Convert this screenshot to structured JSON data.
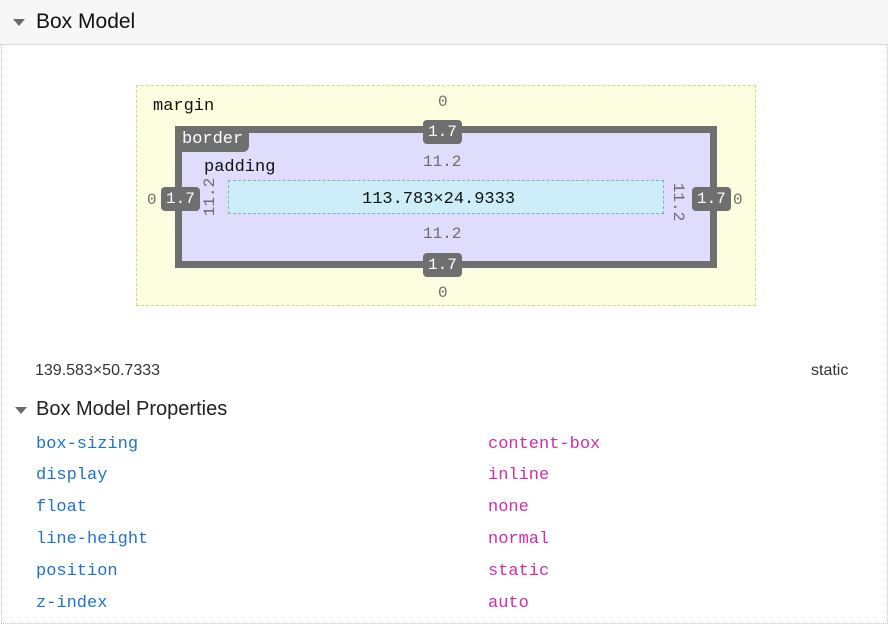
{
  "header": {
    "title": "Box Model"
  },
  "box_model": {
    "margin_label": "margin",
    "border_label": "border",
    "padding_label": "padding",
    "margin": {
      "top": "0",
      "right": "0",
      "bottom": "0",
      "left": "0"
    },
    "border": {
      "top": "1.7",
      "right": "1.7",
      "bottom": "1.7",
      "left": "1.7"
    },
    "padding": {
      "top": "11.2",
      "right": "11.2",
      "bottom": "11.2",
      "left": "11.2"
    },
    "content_size": "113.783×24.9333"
  },
  "element_size": "139.583×50.7333",
  "element_position": "static",
  "properties_section": {
    "title": "Box Model Properties",
    "items": [
      {
        "name": "box-sizing",
        "value": "content-box"
      },
      {
        "name": "display",
        "value": "inline"
      },
      {
        "name": "float",
        "value": "none"
      },
      {
        "name": "line-height",
        "value": "normal"
      },
      {
        "name": "position",
        "value": "static"
      },
      {
        "name": "z-index",
        "value": "auto"
      }
    ]
  },
  "colors": {
    "margin": "#fdfde0",
    "border": "#6f6f6f",
    "padding": "#e0dcfb",
    "content": "#cdeef8",
    "property_name": "#1f73c9",
    "property_value": "#cc2fa8"
  }
}
